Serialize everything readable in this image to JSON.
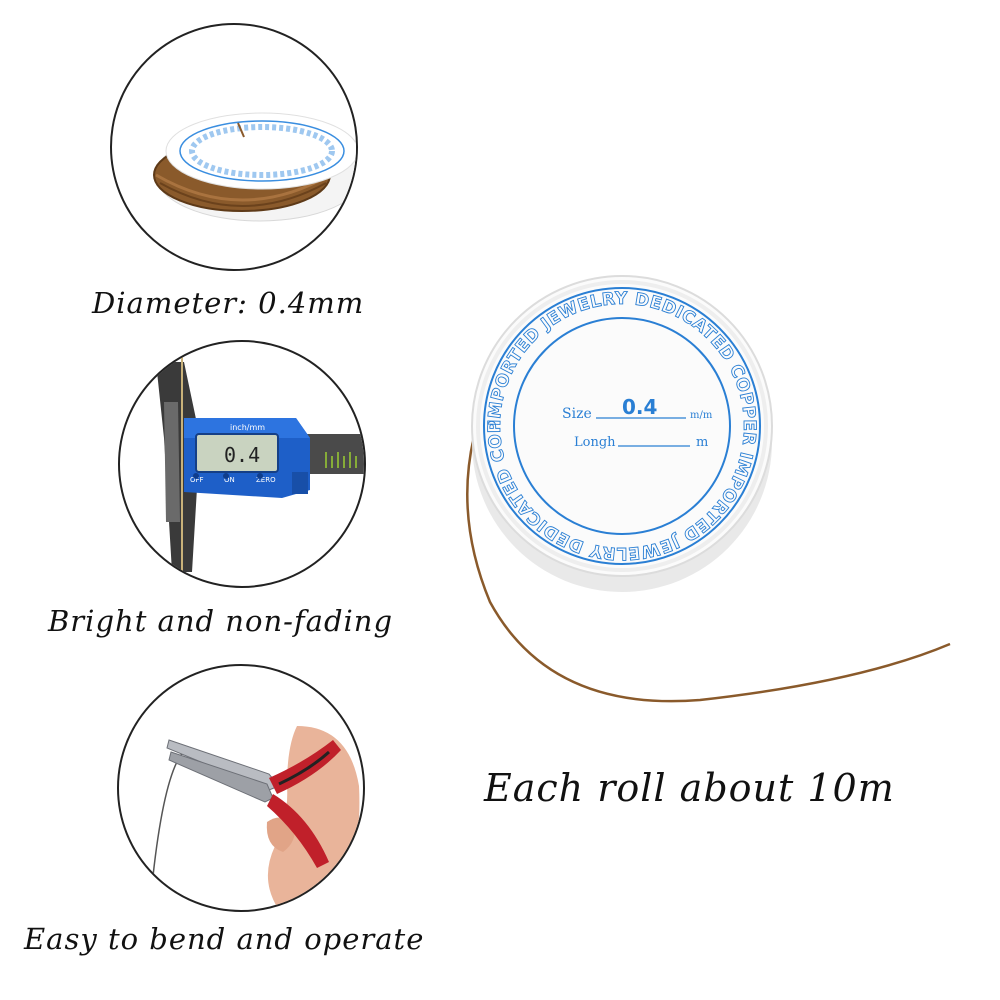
{
  "captions": {
    "diameter": "Diameter: 0.4mm",
    "bright": "Bright and non-fading",
    "easy": "Easy to bend and operate",
    "roll": "Each roll about 10m"
  },
  "spool_label": {
    "ring_text": "IMPORTED JEWELRY DEDICATED COPPER IMPORTED JEWELRY DEDICATED COPPER",
    "size_label": "Size",
    "size_value": "0.4",
    "size_unit": "m/m",
    "length_label": "Longh",
    "length_unit": "m"
  },
  "caliper": {
    "display": "0.4",
    "unit_label": "inch/mm",
    "buttons": [
      "OFF",
      "ON",
      "ZERO"
    ]
  },
  "colors": {
    "wire": "#8a5a2b",
    "wire_dark": "#5e3a18",
    "label_blue": "#2a7fd4",
    "caliper_blue": "#1e5fc8",
    "handle_red": "#c0202a"
  }
}
